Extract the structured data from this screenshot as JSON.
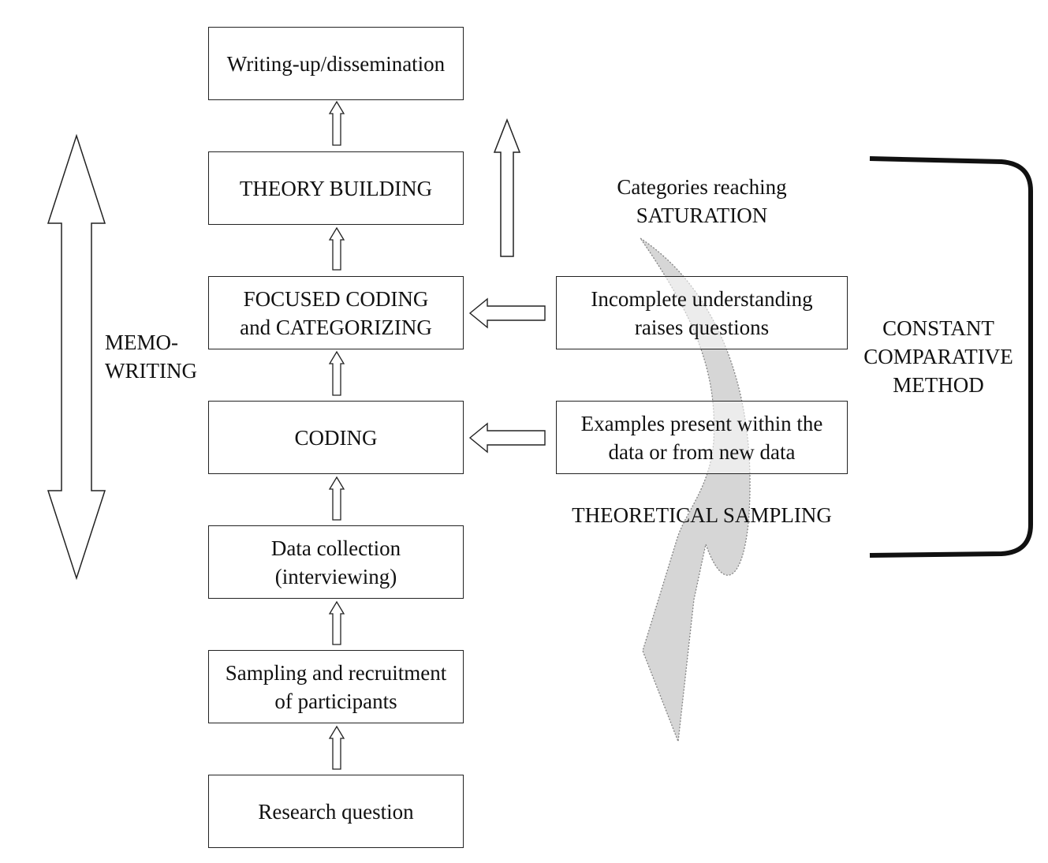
{
  "steps": {
    "writing_up": "Writing-up/dissemination",
    "theory_building": "THEORY BUILDING",
    "focused_coding": [
      "FOCUSED CODING",
      "and CATEGORIZING"
    ],
    "coding": "CODING",
    "data_collection": [
      "Data collection",
      "(interviewing)"
    ],
    "sampling": [
      "Sampling and recruitment",
      "of participants"
    ],
    "research_question": "Research question"
  },
  "side_boxes": {
    "incomplete": [
      "Incomplete understanding",
      "raises questions"
    ],
    "examples": [
      "Examples present within the",
      "data or from new data"
    ]
  },
  "labels": {
    "memo": [
      "MEMO-",
      "WRITING"
    ],
    "saturation": [
      "Categories reaching",
      "SATURATION"
    ],
    "theoretical_sampling": "THEORETICAL SAMPLING",
    "constant": [
      "CONSTANT",
      "COMPARATIVE",
      "METHOD"
    ]
  }
}
